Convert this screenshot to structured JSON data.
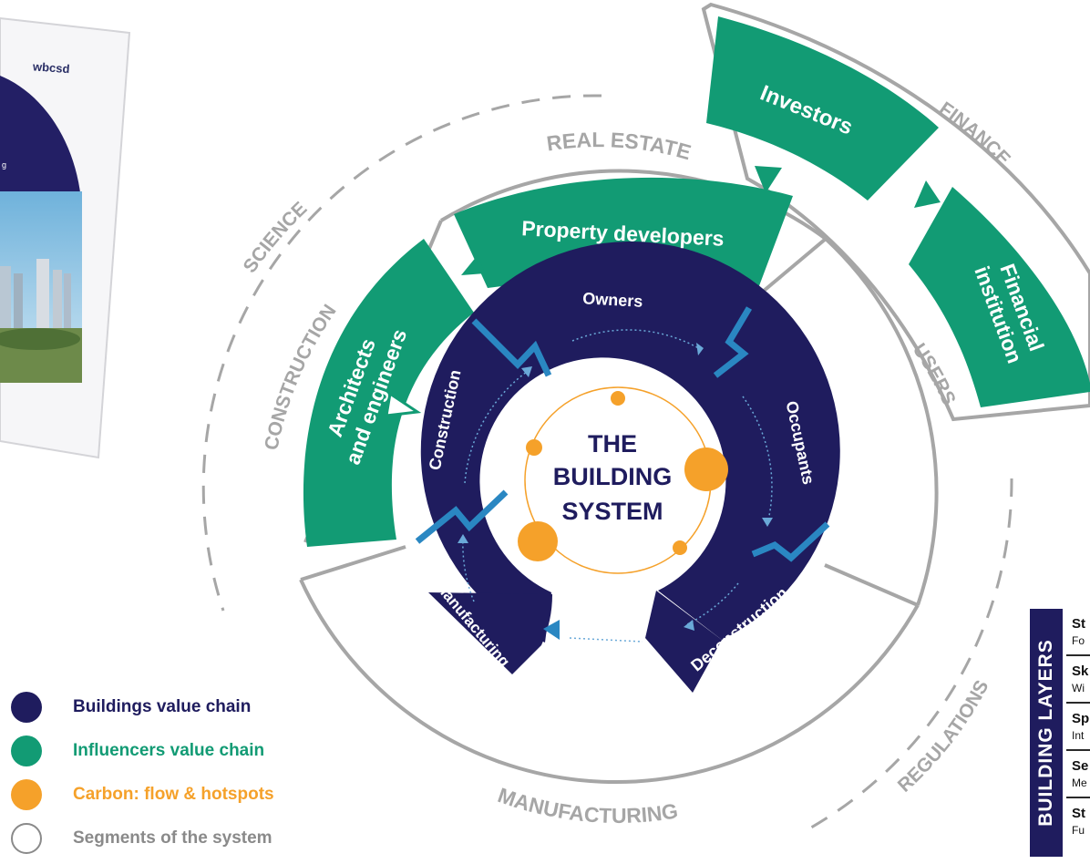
{
  "report_cover": {
    "logo_text": "wbcsd",
    "fragment_text": "g"
  },
  "center": {
    "title_lines": [
      "THE",
      "BUILDING",
      "SYSTEM"
    ]
  },
  "value_chain": {
    "stages": [
      "Owners",
      "Occupants",
      "Deconstruction",
      "Manufacturing",
      "Construction"
    ]
  },
  "influencers": {
    "property_developers": "Property developers",
    "architects_lines": [
      "Architects",
      "and engineers"
    ],
    "investors": "Investors",
    "financial_lines": [
      "Financial",
      "institution"
    ]
  },
  "segments": {
    "real_estate": "REAL ESTATE",
    "finance": "FINANCE",
    "users": "USERS",
    "regulations": "REGULATIONS",
    "manufacturing": "MANUFACTURING",
    "construction": "CONSTRUCTION",
    "science": "SCIENCE"
  },
  "legend": [
    {
      "label": "Buildings value chain",
      "color": "#1f1c5e",
      "style": "filled"
    },
    {
      "label": "Influencers value chain",
      "color": "#129b74",
      "style": "filled"
    },
    {
      "label": "Carbon: flow & hotspots",
      "color": "#f5a12a",
      "style": "filled"
    },
    {
      "label": "Segments of the system",
      "color": "#8a8a8a",
      "style": "outline"
    }
  ],
  "building_layers": {
    "title": "BUILDING LAYERS",
    "rows": [
      {
        "name": "St",
        "sub": "Fo"
      },
      {
        "name": "Sk",
        "sub": "Wi"
      },
      {
        "name": "Sp",
        "sub": "Int"
      },
      {
        "name": "Se",
        "sub": "Me"
      },
      {
        "name": "St",
        "sub": "Fu"
      }
    ]
  },
  "colors": {
    "navy": "#1f1c5e",
    "green": "#129b74",
    "orange": "#f5a12a",
    "flow_blue": "#2a87c2",
    "segment_grey": "#a6a6a6"
  }
}
